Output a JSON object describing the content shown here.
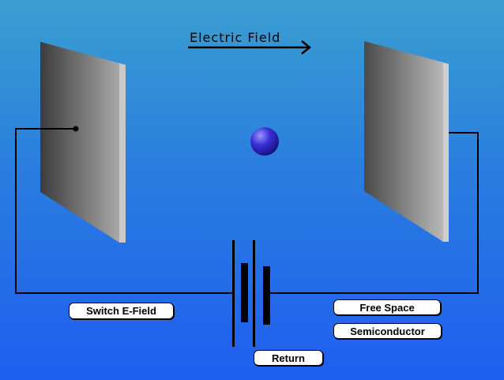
{
  "diagram": {
    "field_label": "Electric Field"
  },
  "buttons": {
    "switch_field": "Switch E-Field",
    "free_space": "Free Space",
    "semiconductor": "Semiconductor",
    "return": "Return"
  },
  "colors": {
    "background_top": "#3a9fd0",
    "background_bottom": "#1f5ef0",
    "particle": "#2a1fc0",
    "wire": "#000000"
  }
}
